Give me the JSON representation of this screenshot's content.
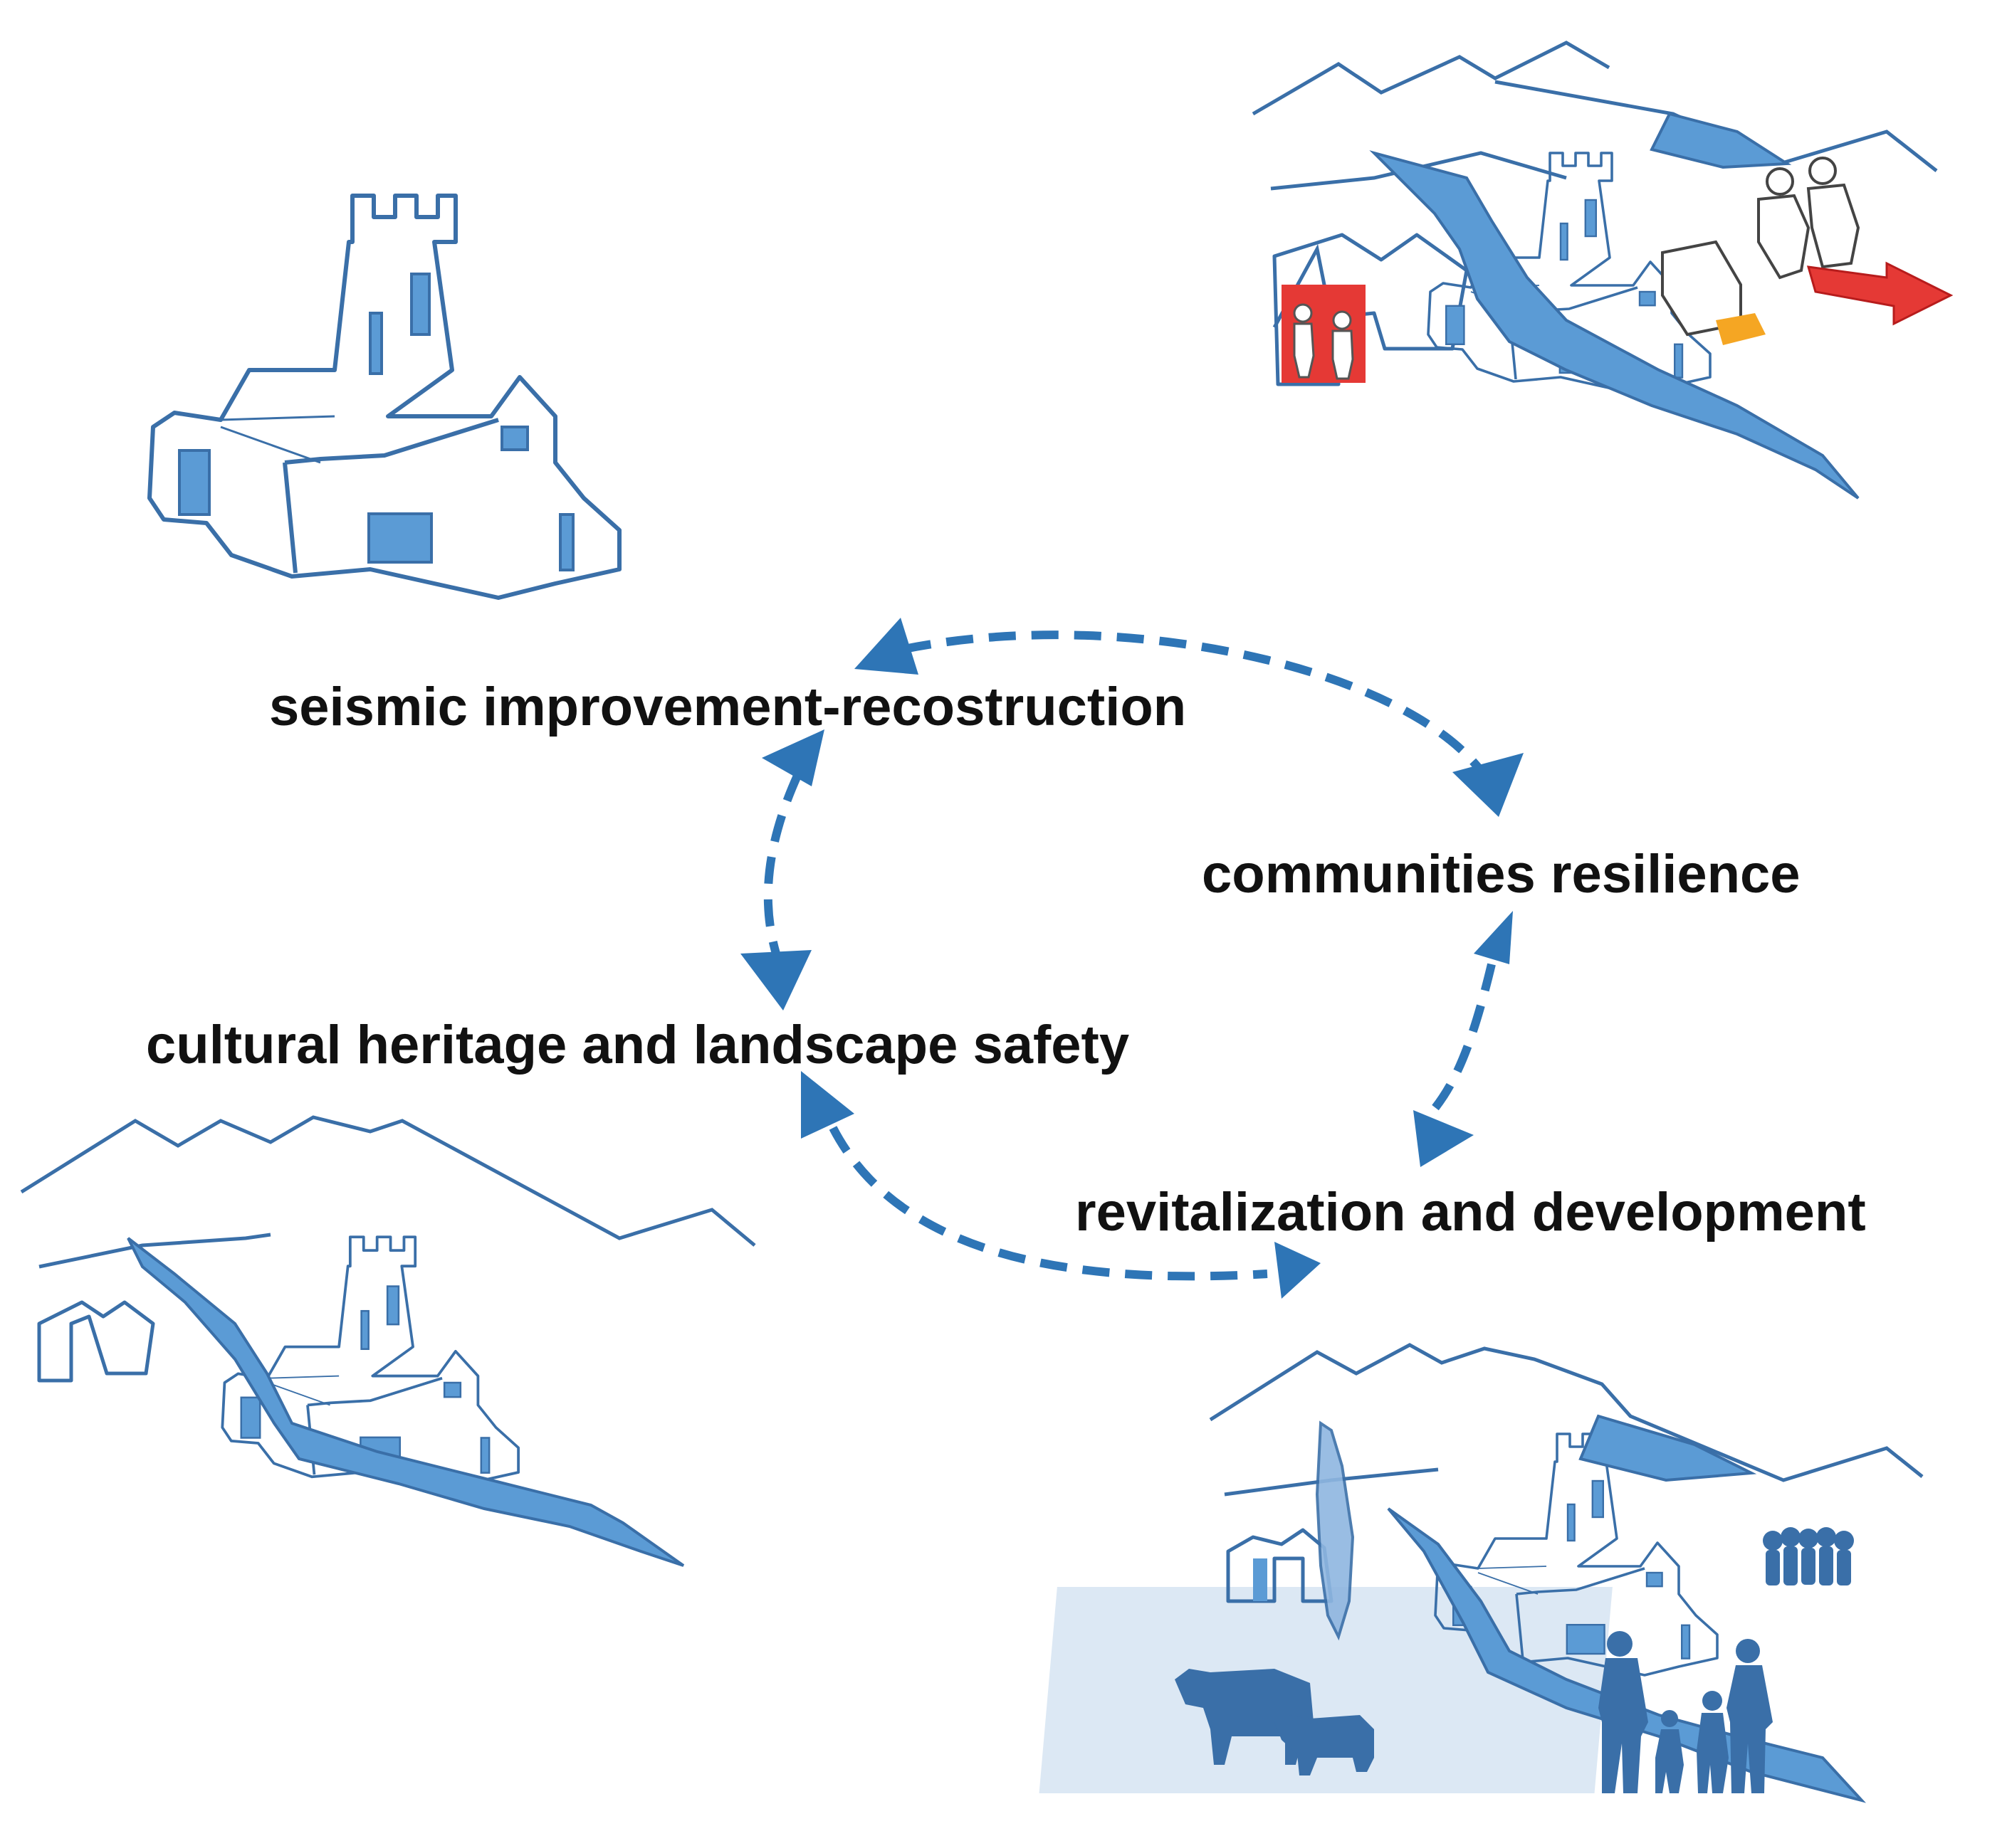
{
  "labels": {
    "seismic": "seismic improvement-recostruction",
    "communities": "communities resilience",
    "cultural": "cultural heritage and landscape safety",
    "revitalization": "revitalization and development"
  },
  "colors": {
    "line": "#3a6fa8",
    "fill": "#5b9bd5",
    "arrow": "#2e75b6",
    "light_fill": "#d6e4f2",
    "red": "#e53935",
    "orange": "#f5a623"
  },
  "icons": {
    "top_left": "tower-house-icon",
    "top_right": "village-reconstruction-icon",
    "bottom_left": "village-landscape-icon",
    "bottom_right": "village-community-icon"
  }
}
